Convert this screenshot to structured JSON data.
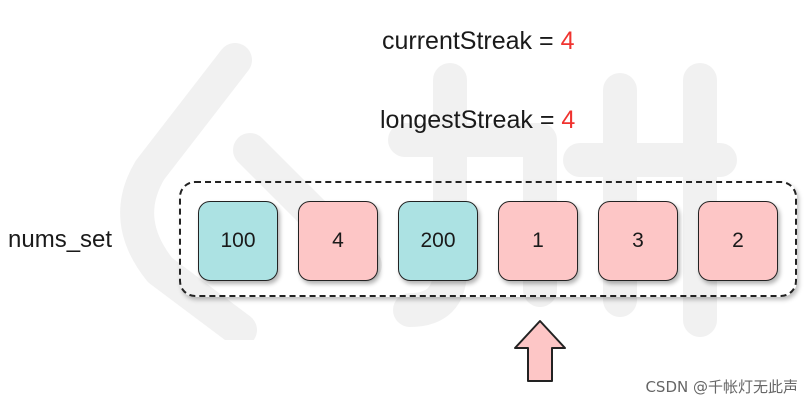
{
  "header": {
    "current_streak": {
      "label": "currentStreak = ",
      "value": "4"
    },
    "longest_streak": {
      "label": "longestStreak = ",
      "value": "4"
    }
  },
  "set": {
    "label": "nums_set",
    "cells": [
      {
        "value": "100",
        "color": "#ace2e3"
      },
      {
        "value": "4",
        "color": "#fdc6c6"
      },
      {
        "value": "200",
        "color": "#ace2e3"
      },
      {
        "value": "1",
        "color": "#fdc6c6"
      },
      {
        "value": "3",
        "color": "#fdc6c6"
      },
      {
        "value": "2",
        "color": "#fdc6c6"
      }
    ]
  },
  "pointer": {
    "target_index": 3,
    "color": "#fdc6c6"
  },
  "colors": {
    "highlight_value": "#f0332f",
    "visited": "#ace2e3",
    "unvisited": "#fdc6c6"
  },
  "footer": {
    "credit": "CSDN @千帐灯无此声"
  }
}
